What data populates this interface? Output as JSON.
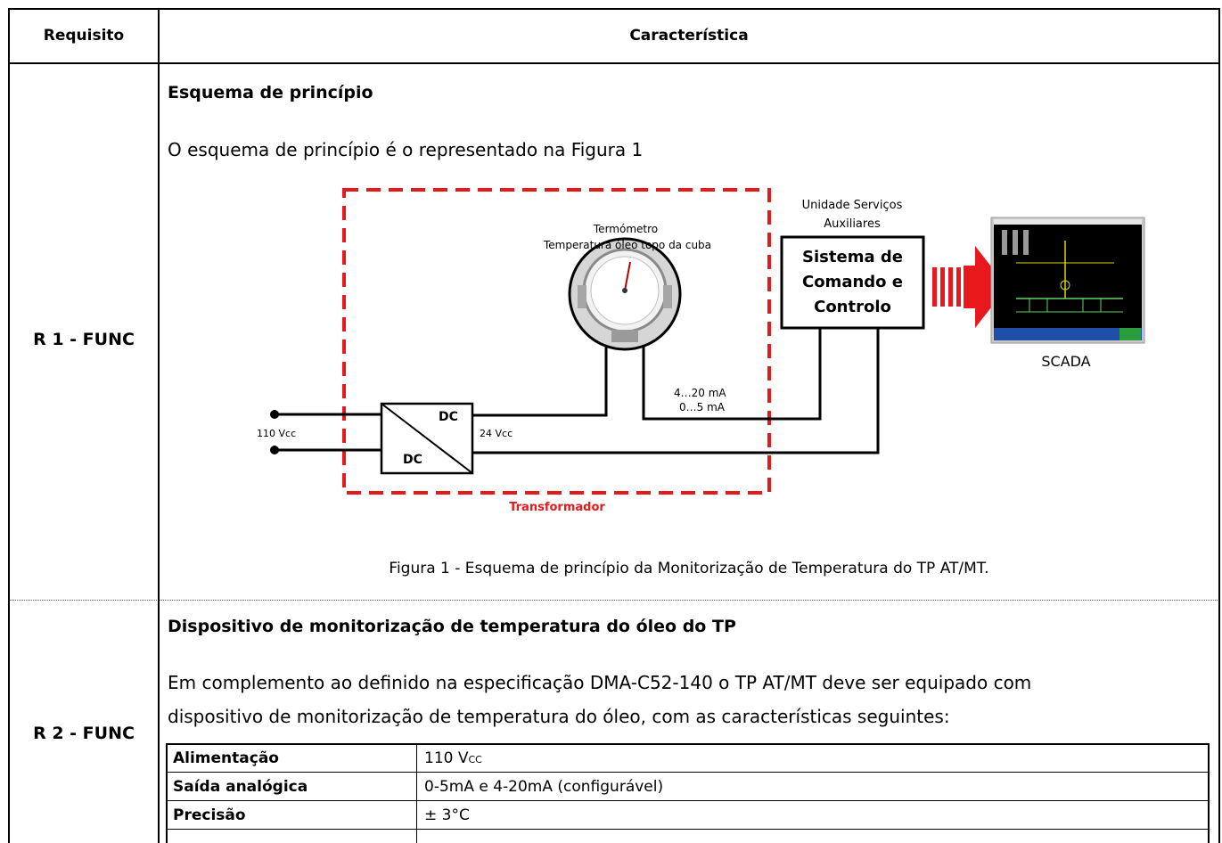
{
  "table": {
    "col_requisito": "Requisito",
    "col_caracteristica": "Característica"
  },
  "rows": [
    {
      "req": "R 1 - FUNC",
      "title": "Esquema de princípio",
      "text": "O esquema de princípio é o representado na Figura 1",
      "figure": {
        "thermometer_title": "Termómetro",
        "thermometer_subtitle": "Temperatura óleo topo da cuba",
        "aux_unit_line1": "Unidade Serviços",
        "aux_unit_line2": "Auxiliares",
        "system_line1": "Sistema de",
        "system_line2": "Comando e",
        "system_line3": "Controlo",
        "dc_top": "DC",
        "dc_bottom": "DC",
        "input_voltage": "110 Vcc",
        "output_voltage": "24 Vcc",
        "signal_1": "4…20 mA",
        "signal_2": "0…5 mA",
        "transformer_label": "Transformador",
        "scada_label": "SCADA",
        "colors": {
          "transformer": "#e31b1b",
          "arrow": "#e8191e",
          "scada_bg": "#000000"
        }
      },
      "caption": "Figura 1 - Esquema de princípio da Monitorização de Temperatura do TP AT/MT."
    },
    {
      "req": "R 2 - FUNC",
      "title": "Dispositivo de monitorização de temperatura do óleo do TP",
      "text_line1": "Em complemento ao definido na especificação DMA-C52-140 o TP AT/MT deve ser equipado com",
      "text_line2": "dispositivo de monitorização de temperatura do óleo, com as características seguintes:",
      "specs": [
        {
          "label": "Alimentação",
          "value": "110 V",
          "sub": "CC"
        },
        {
          "label": "Saída analógica",
          "value": "0-5mA e 4-20mA (configurável)",
          "sub": ""
        },
        {
          "label": "Precisão",
          "value": "± 3°C",
          "sub": ""
        }
      ]
    }
  ]
}
